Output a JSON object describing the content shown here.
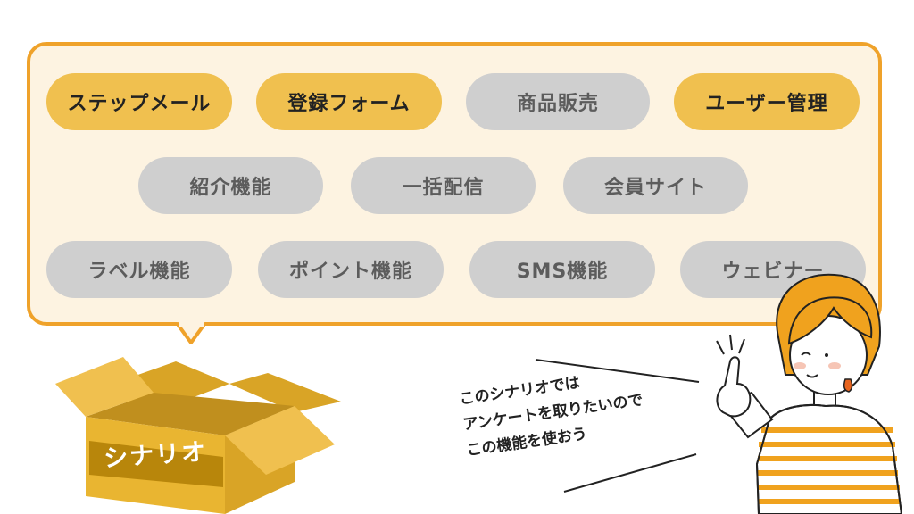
{
  "features": [
    {
      "label": "ステップメール",
      "active": true
    },
    {
      "label": "登録フォーム",
      "active": true
    },
    {
      "label": "商品販売",
      "active": false
    },
    {
      "label": "ユーザー管理",
      "active": true
    },
    {
      "label": "紹介機能",
      "active": false
    },
    {
      "label": "一括配信",
      "active": false
    },
    {
      "label": "会員サイト",
      "active": false
    },
    {
      "label": "ラベル機能",
      "active": false
    },
    {
      "label": "ポイント機能",
      "active": false
    },
    {
      "label": "SMS機能",
      "active": false
    },
    {
      "label": "ウェビナー",
      "active": false
    }
  ],
  "box_label": "シナリオ",
  "speech_lines": [
    "このシナリオでは",
    "アンケートを取りたいので",
    "この機能を使おう"
  ],
  "colors": {
    "bubble_border": "#efa22a",
    "bubble_fill": "#fdf3e1",
    "active_pill": "#f0c04f",
    "inactive_pill": "#cfcfcf",
    "box": "#e9b531",
    "hair": "#f0a21e",
    "shirt_stripe": "#f0a21e"
  }
}
